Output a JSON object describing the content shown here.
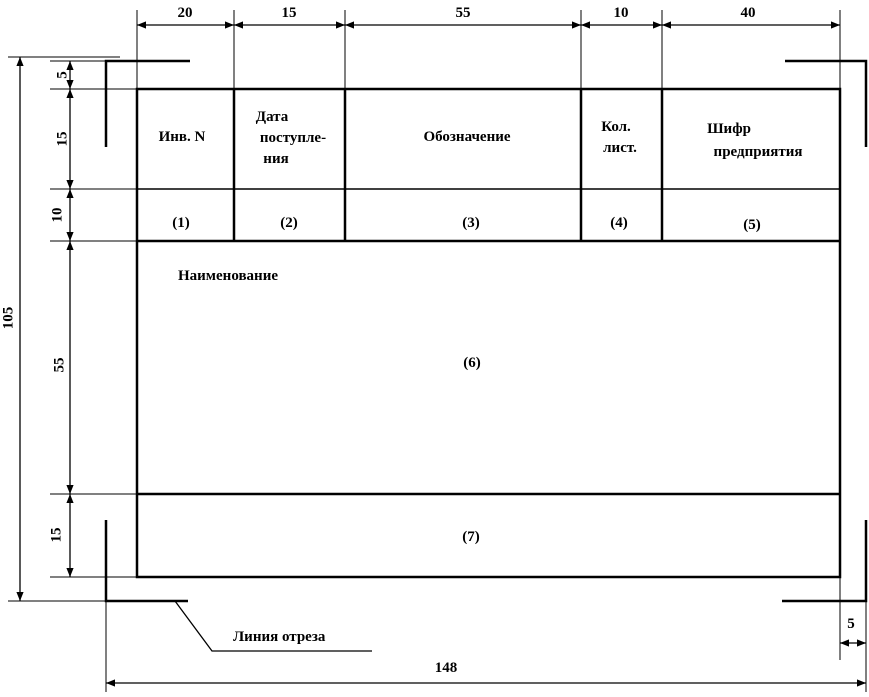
{
  "dimensions": {
    "top": [
      "20",
      "15",
      "55",
      "10",
      "40"
    ],
    "left": [
      "5",
      "15",
      "10",
      "55",
      "15"
    ],
    "total_height": "105",
    "total_width": "148",
    "margin_right": "5"
  },
  "header": {
    "inv": "Инв. N",
    "date_l1": "Дата",
    "date_l2": "поступле-",
    "date_l3": "ния",
    "designation": "Обозначение",
    "count_l1": "Кол.",
    "count_l2": "лист.",
    "code_l1": "Шифр",
    "code_l2": "предприятия"
  },
  "fields": [
    "(1)",
    "(2)",
    "(3)",
    "(4)",
    "(5)",
    "(6)",
    "(7)"
  ],
  "name_label": "Наименование",
  "cut_line_label": "Линия отреза"
}
